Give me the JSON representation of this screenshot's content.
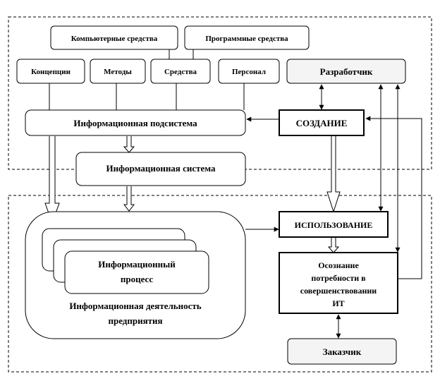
{
  "top_row": {
    "computer_means": "Компьютерные средства",
    "software_means": "Программные средства"
  },
  "second_row": {
    "concepts": "Концепции",
    "methods": "Методы",
    "means": "Средства",
    "personnel": "Персонал",
    "developer": "Разработчик"
  },
  "info_subsystem": "Информационная подсистема",
  "creation": "СОЗДАНИЕ",
  "info_system": "Информационная система",
  "usage": "ИСПОЛЬЗОВАНИЕ",
  "info_process": {
    "line1": "Информационный",
    "line2": "процесс"
  },
  "enterprise_activity": {
    "line1": "Информационная деятельность",
    "line2": "предприятия"
  },
  "need_awareness": {
    "line1": "Осознание",
    "line2": "потребности в",
    "line3": "совершенствовании",
    "line4": "ИТ"
  },
  "customer": "Заказчик"
}
